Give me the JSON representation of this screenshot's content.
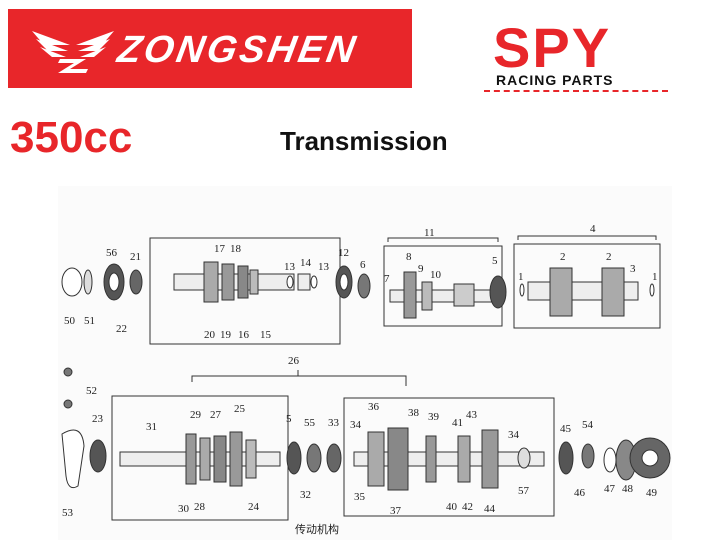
{
  "brand": {
    "name": "ZONGSHEN",
    "banner_color": "#e8262a"
  },
  "vendor": {
    "name": "SPY",
    "tagline": "RACING PARTS",
    "color": "#e8262a"
  },
  "engine_size": "350cc",
  "title": "Transmission",
  "diagram_caption": "传动机构",
  "callouts": [
    "1",
    "2",
    "3",
    "4",
    "5",
    "6",
    "7",
    "8",
    "9",
    "10",
    "11",
    "12",
    "13",
    "14",
    "15",
    "16",
    "17",
    "18",
    "19",
    "20",
    "21",
    "22",
    "23",
    "24",
    "25",
    "26",
    "27",
    "28",
    "29",
    "30",
    "31",
    "32",
    "33",
    "34",
    "35",
    "36",
    "37",
    "38",
    "39",
    "40",
    "41",
    "42",
    "43",
    "44",
    "45",
    "46",
    "47",
    "48",
    "49",
    "50",
    "51",
    "52",
    "53",
    "54",
    "55",
    "56",
    "57"
  ]
}
